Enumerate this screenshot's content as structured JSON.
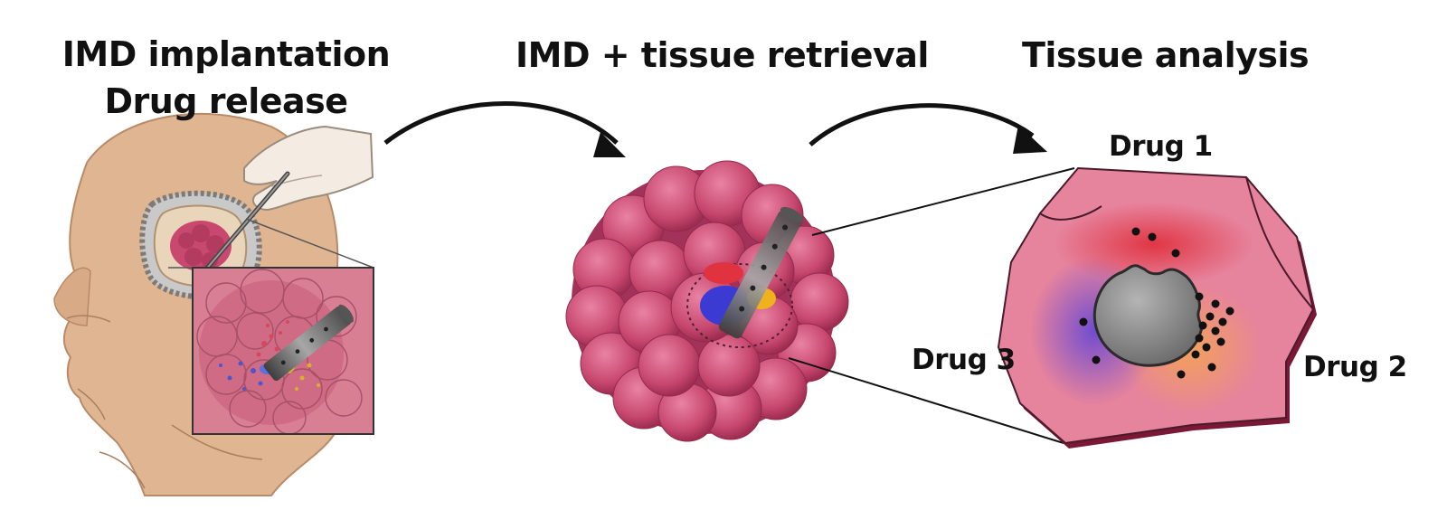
{
  "steps": [
    {
      "line1": "IMD implantation",
      "line2": "Drug release"
    },
    {
      "line1": "IMD + tissue retrieval"
    },
    {
      "line1": "Tissue analysis"
    }
  ],
  "drugs": {
    "drug1": "Drug 1",
    "drug2": "Drug 2",
    "drug3": "Drug 3"
  },
  "colors": {
    "skin": "#dfb592",
    "tissue": "#c8486f",
    "section": "#e6839d",
    "drug1": "#e0323f",
    "drug2": "#f3a15a",
    "drug3": "#7a4fd0",
    "device": "#6f6f6f"
  }
}
